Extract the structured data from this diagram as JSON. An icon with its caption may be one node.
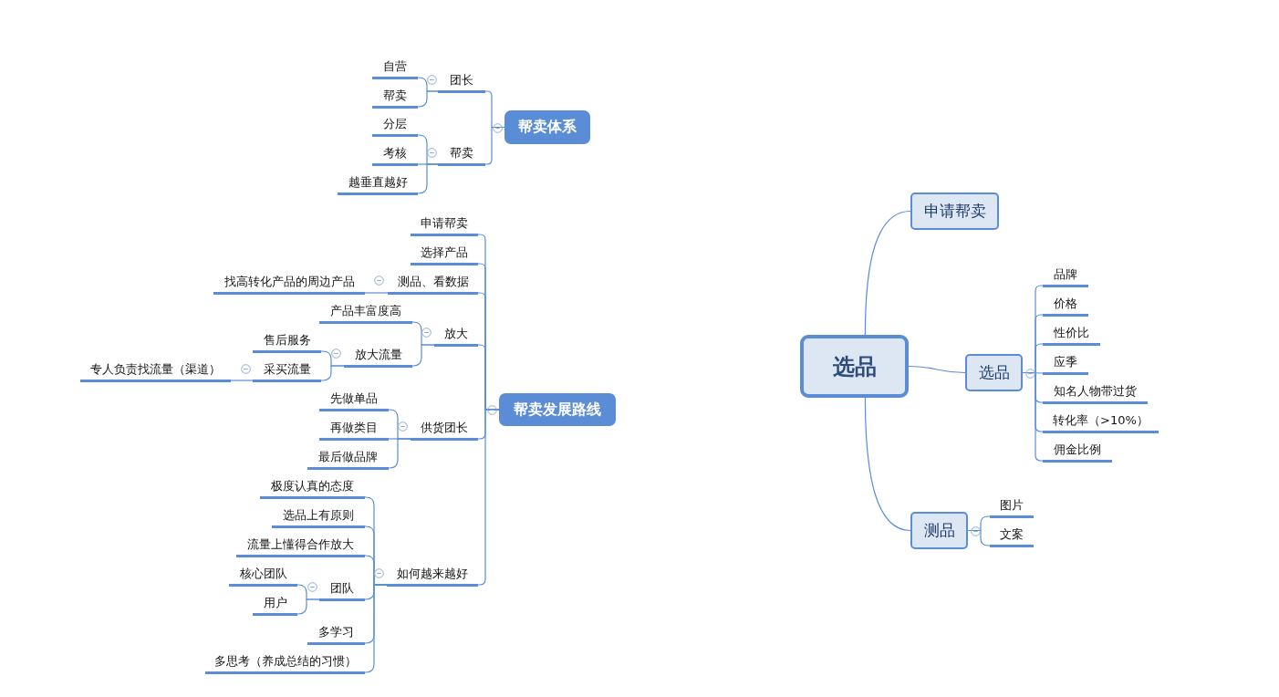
{
  "diagram": {
    "nodes": [
      {
        "text": [
          "帮卖体系"
        ]
      },
      {
        "text": [
          "团长"
        ]
      },
      {
        "text": [
          "自营"
        ]
      },
      {
        "text": [
          "帮卖"
        ]
      },
      {
        "text": [
          "帮卖"
        ]
      },
      {
        "text": [
          "分层"
        ]
      },
      {
        "text": [
          "考核"
        ]
      },
      {
        "text": [
          "越垂直越好"
        ]
      },
      {
        "text": [
          "帮卖发展路线"
        ]
      },
      {
        "text": [
          "申请帮卖"
        ]
      },
      {
        "text": [
          "选择产品"
        ]
      },
      {
        "text": [
          "测品、看数据"
        ]
      },
      {
        "text": [
          "找高转化产品的周边产品"
        ]
      },
      {
        "text": [
          "放大"
        ]
      },
      {
        "text": [
          "产品丰富度高"
        ]
      },
      {
        "text": [
          "放大流量"
        ]
      },
      {
        "text": [
          "售后服务"
        ]
      },
      {
        "text": [
          "采买流量"
        ]
      },
      {
        "text": [
          "专人负责找流量（渠道）"
        ]
      },
      {
        "text": [
          "供货团长"
        ]
      },
      {
        "text": [
          "先做单品"
        ]
      },
      {
        "text": [
          "再做类目"
        ]
      },
      {
        "text": [
          "最后做品牌"
        ]
      },
      {
        "text": [
          "如何越来越好"
        ]
      },
      {
        "text": [
          "极度认真的态度"
        ]
      },
      {
        "text": [
          "选品上有原则"
        ]
      },
      {
        "text": [
          "流量上懂得合作放大"
        ]
      },
      {
        "text": [
          "团队"
        ]
      },
      {
        "text": [
          "核心团队"
        ]
      },
      {
        "text": [
          "用户"
        ]
      },
      {
        "text": [
          "多学习"
        ]
      },
      {
        "text": [
          "多思考（养成总结的习惯）"
        ]
      },
      {
        "text": [
          "选品"
        ]
      },
      {
        "text": [
          "申请帮卖"
        ]
      },
      {
        "text": [
          "选品"
        ]
      },
      {
        "text": [
          "品牌"
        ]
      },
      {
        "text": [
          "价格"
        ]
      },
      {
        "text": [
          "性价比"
        ]
      },
      {
        "text": [
          "应季"
        ]
      },
      {
        "text": [
          "知名人物带过货"
        ]
      },
      {
        "text": [
          "转化率（>10%）"
        ]
      },
      {
        "text": [
          "佣金比例"
        ]
      },
      {
        "text": [
          "测品"
        ]
      },
      {
        "text": [
          "图片"
        ]
      },
      {
        "text": [
          "文案"
        ]
      }
    ],
    "edges": [
      {
        "from": 0,
        "to": 1,
        "arrow": "none"
      },
      {
        "from": 1,
        "to": 2,
        "arrow": "none"
      },
      {
        "from": 1,
        "to": 3,
        "arrow": "none"
      },
      {
        "from": 0,
        "to": 4,
        "arrow": "none"
      },
      {
        "from": 4,
        "to": 5,
        "arrow": "none"
      },
      {
        "from": 4,
        "to": 6,
        "arrow": "none"
      },
      {
        "from": 4,
        "to": 7,
        "arrow": "none"
      },
      {
        "from": 8,
        "to": 9,
        "arrow": "none"
      },
      {
        "from": 8,
        "to": 10,
        "arrow": "none"
      },
      {
        "from": 8,
        "to": 11,
        "arrow": "none"
      },
      {
        "from": 11,
        "to": 12,
        "arrow": "none"
      },
      {
        "from": 8,
        "to": 13,
        "arrow": "none"
      },
      {
        "from": 13,
        "to": 14,
        "arrow": "none"
      },
      {
        "from": 13,
        "to": 15,
        "arrow": "none"
      },
      {
        "from": 15,
        "to": 16,
        "arrow": "none"
      },
      {
        "from": 15,
        "to": 17,
        "arrow": "none"
      },
      {
        "from": 17,
        "to": 18,
        "arrow": "none"
      },
      {
        "from": 8,
        "to": 19,
        "arrow": "none"
      },
      {
        "from": 19,
        "to": 20,
        "arrow": "none"
      },
      {
        "from": 19,
        "to": 21,
        "arrow": "none"
      },
      {
        "from": 19,
        "to": 22,
        "arrow": "none"
      },
      {
        "from": 8,
        "to": 23,
        "arrow": "none"
      },
      {
        "from": 23,
        "to": 24,
        "arrow": "none"
      },
      {
        "from": 23,
        "to": 25,
        "arrow": "none"
      },
      {
        "from": 23,
        "to": 26,
        "arrow": "none"
      },
      {
        "from": 23,
        "to": 27,
        "arrow": "none"
      },
      {
        "from": 27,
        "to": 28,
        "arrow": "none"
      },
      {
        "from": 27,
        "to": 29,
        "arrow": "none"
      },
      {
        "from": 23,
        "to": 30,
        "arrow": "none"
      },
      {
        "from": 23,
        "to": 31,
        "arrow": "none"
      },
      {
        "from": 32,
        "to": 33,
        "arrow": "none"
      },
      {
        "from": 32,
        "to": 34,
        "arrow": "none"
      },
      {
        "from": 34,
        "to": 35,
        "arrow": "none"
      },
      {
        "from": 34,
        "to": 36,
        "arrow": "none"
      },
      {
        "from": 34,
        "to": 37,
        "arrow": "none"
      },
      {
        "from": 34,
        "to": 38,
        "arrow": "none"
      },
      {
        "from": 34,
        "to": 39,
        "arrow": "none"
      },
      {
        "from": 34,
        "to": 40,
        "arrow": "none"
      },
      {
        "from": 34,
        "to": 41,
        "arrow": "none"
      },
      {
        "from": 32,
        "to": 42,
        "arrow": "none"
      },
      {
        "from": 42,
        "to": 43,
        "arrow": "none"
      },
      {
        "from": 42,
        "to": 44,
        "arrow": "none"
      }
    ]
  }
}
